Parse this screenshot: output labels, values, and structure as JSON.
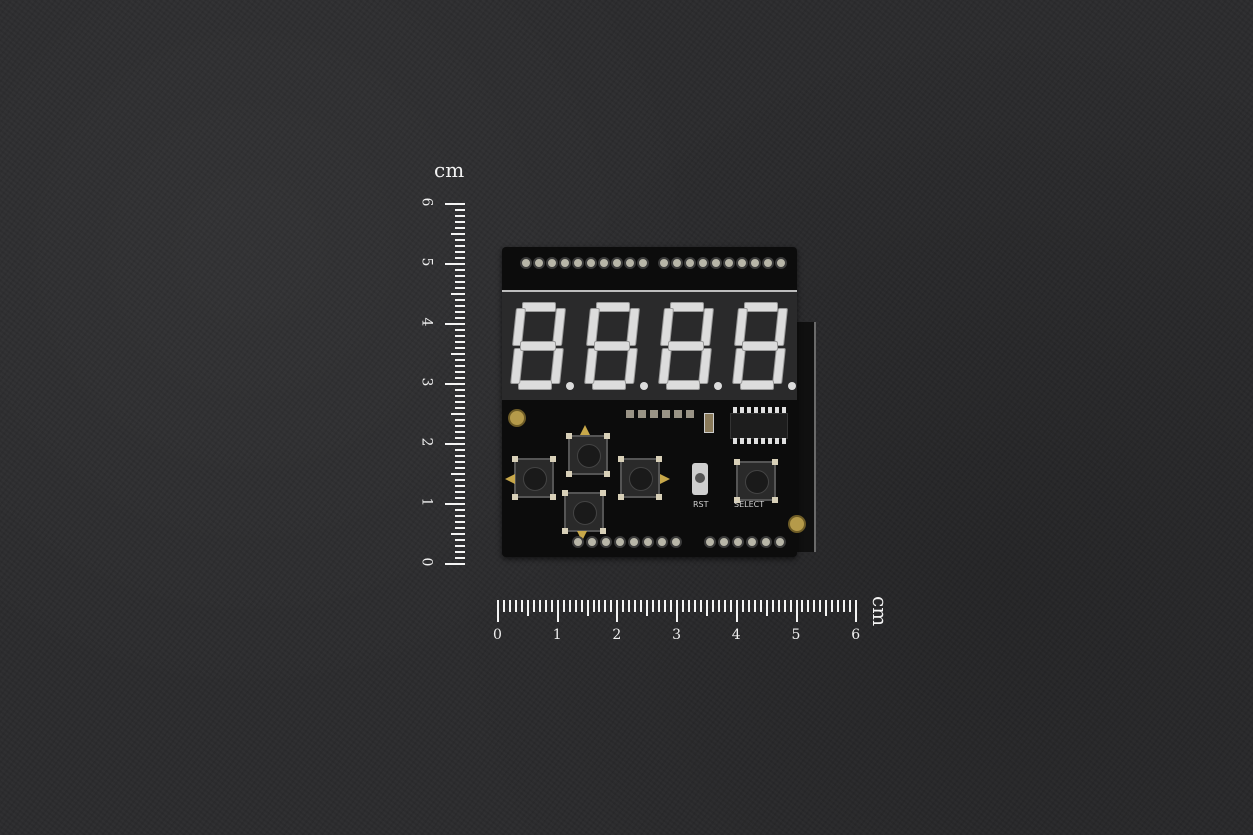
{
  "scene": {
    "description": "4-digit 7-segment LED display shield for Arduino, photographed on dark leather background with centimeter rulers",
    "background_color": "#2b2b2d",
    "board_color": "#0c0c0c"
  },
  "vertical_ruler": {
    "unit": "cm",
    "labels": [
      "0",
      "1",
      "2",
      "3",
      "4",
      "5",
      "6"
    ]
  },
  "horizontal_ruler": {
    "unit": "cm",
    "labels": [
      "0",
      "1",
      "2",
      "3",
      "4",
      "5",
      "6"
    ]
  },
  "board": {
    "display_digits": 4,
    "button_labels": {
      "reset": "RST",
      "select": "SELECT"
    }
  }
}
